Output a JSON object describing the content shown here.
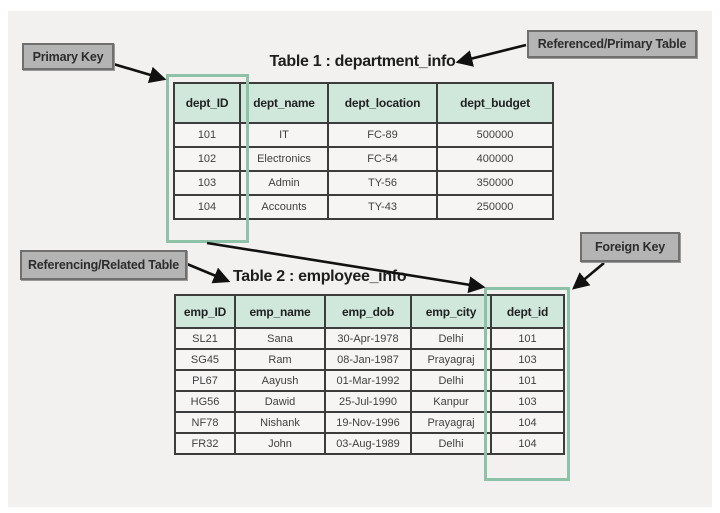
{
  "labels": {
    "primary_key": "Primary Key",
    "referenced_table": "Referenced/Primary Table",
    "referencing_table": "Referencing/Related Table",
    "foreign_key": "Foreign Key"
  },
  "table1": {
    "title": "Table 1 : department_info",
    "columns": [
      "dept_ID",
      "dept_name",
      "dept_location",
      "dept_budget"
    ],
    "rows": [
      [
        "101",
        "IT",
        "FC-89",
        "500000"
      ],
      [
        "102",
        "Electronics",
        "FC-54",
        "400000"
      ],
      [
        "103",
        "Admin",
        "TY-56",
        "350000"
      ],
      [
        "104",
        "Accounts",
        "TY-43",
        "250000"
      ]
    ]
  },
  "table2": {
    "title": "Table 2 : employee_info",
    "columns": [
      "emp_ID",
      "emp_name",
      "emp_dob",
      "emp_city",
      "dept_id"
    ],
    "rows": [
      [
        "SL21",
        "Sana",
        "30-Apr-1978",
        "Delhi",
        "101"
      ],
      [
        "SG45",
        "Ram",
        "08-Jan-1987",
        "Prayagraj",
        "103"
      ],
      [
        "PL67",
        "Aayush",
        "01-Mar-1992",
        "Delhi",
        "101"
      ],
      [
        "HG56",
        "Dawid",
        "25-Jul-1990",
        "Kanpur",
        "103"
      ],
      [
        "NF78",
        "Nishank",
        "19-Nov-1996",
        "Prayagraj",
        "104"
      ],
      [
        "FR32",
        "John",
        "03-Aug-1989",
        "Delhi",
        "104"
      ]
    ]
  },
  "colors": {
    "background": "#f2f1ef",
    "label_fill": "#b4b4b4",
    "header_fill": "#cfe8db",
    "highlight_outline": "#8dc2a9",
    "arrow": "#111111"
  }
}
